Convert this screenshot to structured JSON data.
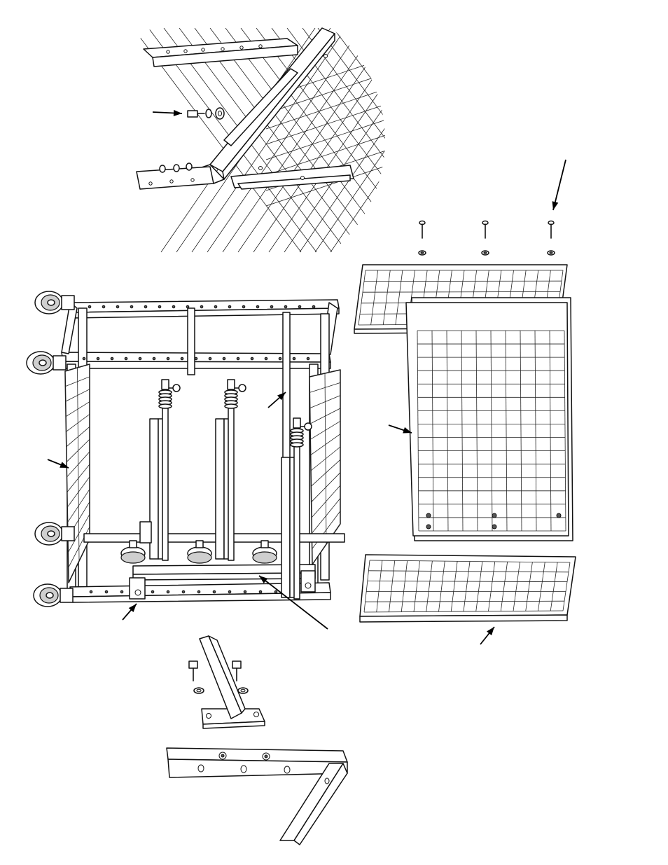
{
  "diagram": {
    "kind": "exploded-assembly-drawing",
    "colors": {
      "line": "#111111",
      "background": "#ffffff",
      "shade": "#cfcfcf"
    },
    "callout_arrows": 9,
    "parts": [
      "detail-bracket-to-basket",
      "main-cart-frame",
      "top-shelf-basket",
      "middle-shelf-basket",
      "lower-shelf-basket",
      "detail-foot-bracket",
      "detail-corner-rail"
    ]
  }
}
